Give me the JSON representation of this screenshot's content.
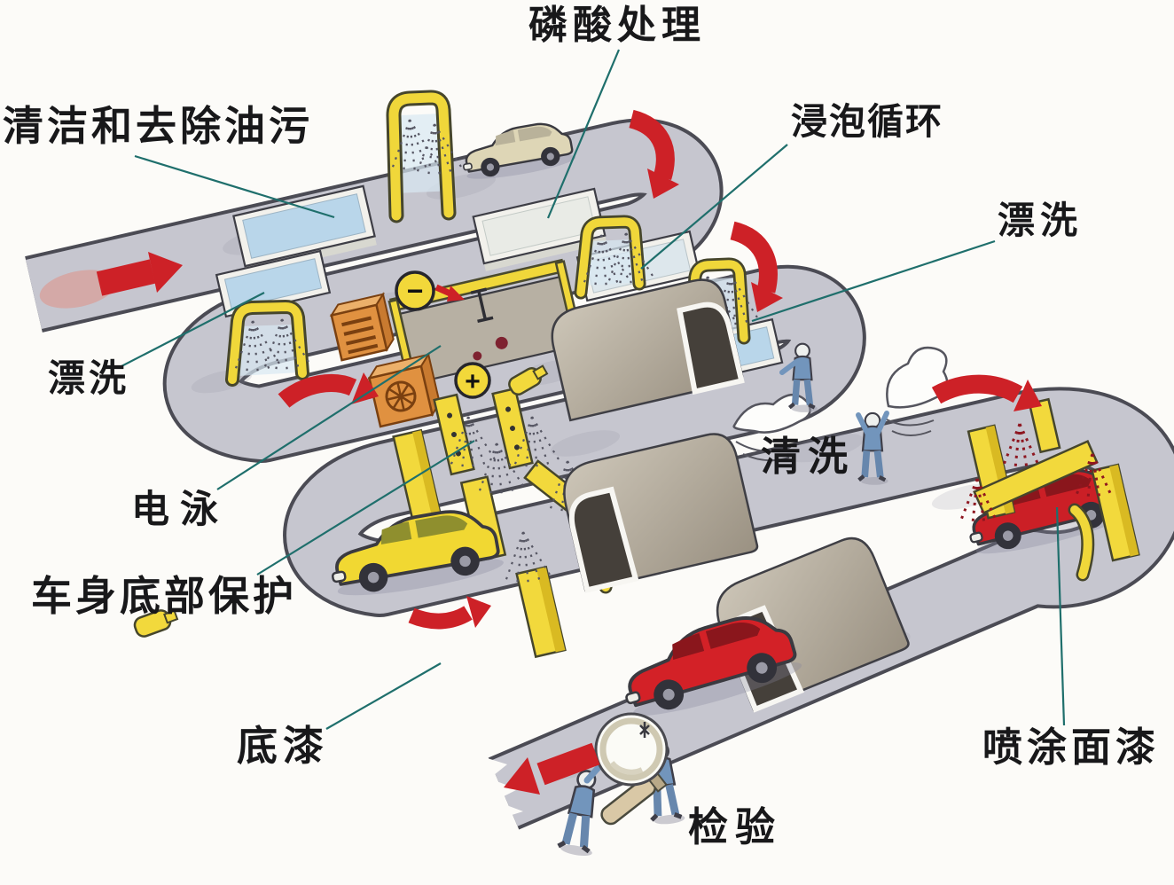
{
  "diagram_type": "car-painting-production-line",
  "palette": {
    "conveyor": "#c6c6cf",
    "conveyor_outline": "#4b4b54",
    "arrow_red": "#cd2127",
    "equipment_yellow": "#f0d73a",
    "tunnel_taupe": "#b4ac9e",
    "water_blue": "#b9d6ea",
    "water_pale": "#e9ebe6",
    "heater_orange": "#e09140",
    "car_red": "#d32127",
    "car_yellow": "#f1d832",
    "car_beige": "#ded6b6",
    "worker_blue": "#7295bc",
    "leader_teal": "#1f6f6c",
    "label_black": "#18181a"
  },
  "annotations": {
    "cleaning_degreasing": {
      "text": "清洁和去除油污"
    },
    "phosphate_treatment": {
      "text": "磷酸处理"
    },
    "soaking_cycle": {
      "text": "浸泡循环"
    },
    "rinse_right": {
      "text": "漂洗"
    },
    "rinse_left": {
      "text": "漂洗"
    },
    "electrophoresis": {
      "text": "电泳"
    },
    "underbody_protection": {
      "text": "车身底部保护"
    },
    "primer": {
      "text": "底漆"
    },
    "manual_wiping": {
      "text": "清洗"
    },
    "topcoat_spraying": {
      "text": "喷涂面漆"
    },
    "inspection": {
      "text": "检验"
    }
  },
  "electrodes": {
    "negative": "−",
    "positive": "+"
  },
  "process_steps": [
    "清洁和去除油污",
    "磷酸处理",
    "浸泡循环",
    "漂洗",
    "漂洗",
    "电泳",
    "车身底部保护",
    "底漆",
    "清洗",
    "喷涂面漆",
    "检验"
  ]
}
